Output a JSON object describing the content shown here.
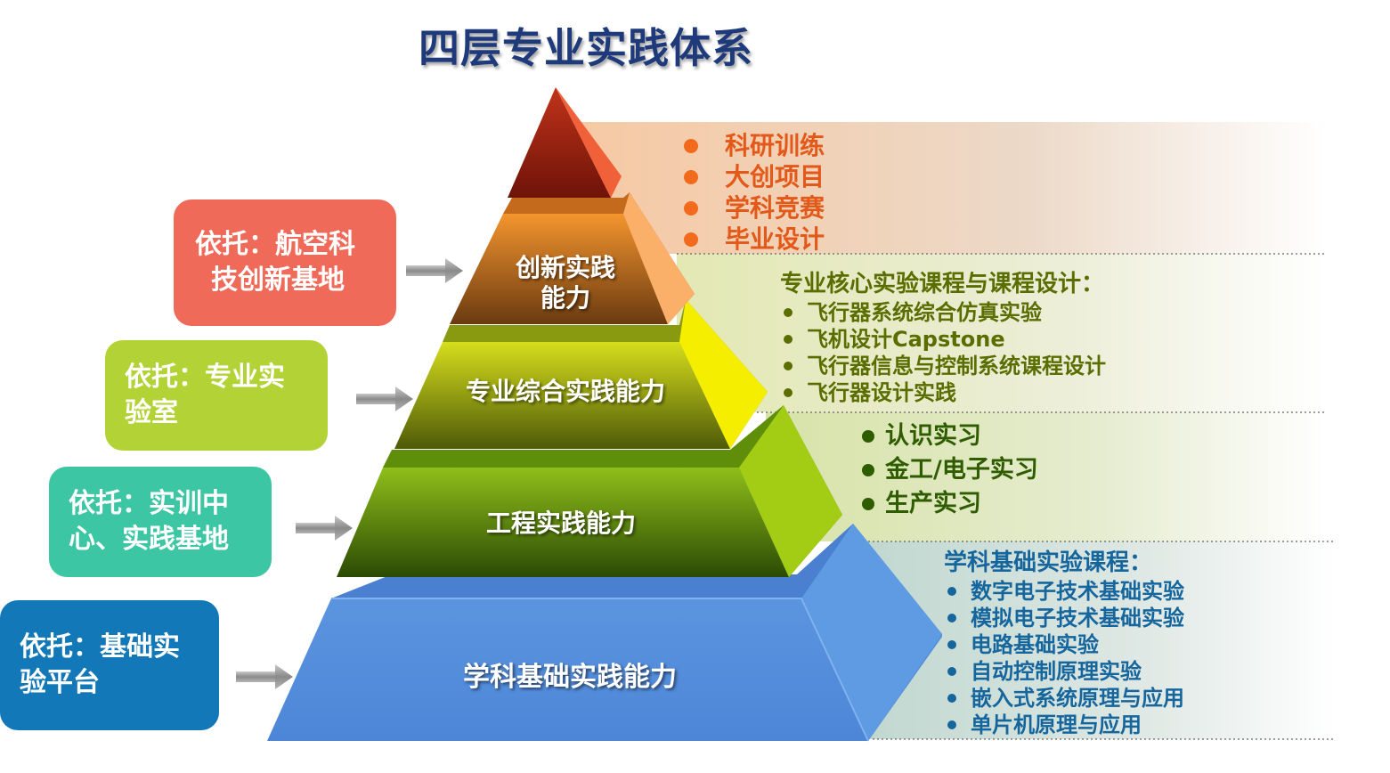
{
  "title": "四层专业实践体系",
  "colors": {
    "title": "#1f3a7a",
    "innovation": "#f06a5a",
    "specialty": "#b2d235",
    "engineering": "#3dc6a3",
    "basic": "#1278b8",
    "list_orange": "#e2591a",
    "list_olive": "#5a6e00",
    "list_green": "#2f5c00",
    "list_blue": "#16669e"
  },
  "layers": {
    "innovation": {
      "label_line1": "创新实践",
      "label_line2": "能力",
      "support": {
        "line1": "依托：航空科",
        "line2": "技创新基地"
      },
      "items": [
        "科研训练",
        "大创项目",
        "学科竞赛",
        "毕业设计"
      ]
    },
    "specialty": {
      "label": "专业综合实践能力",
      "support": {
        "line1": "依托：专业实",
        "line2": "验室"
      },
      "heading": "专业核心实验课程与课程设计：",
      "items": [
        "飞行器系统综合仿真实验",
        "飞机设计Capstone",
        "飞行器信息与控制系统课程设计",
        "飞行器设计实践"
      ]
    },
    "engineering": {
      "label": "工程实践能力",
      "support": {
        "line1": "依托：实训中",
        "line2": "心、实践基地"
      },
      "items": [
        "认识实习",
        "金工/电子实习",
        "生产实习"
      ]
    },
    "basic": {
      "label": "学科基础实践能力",
      "support": {
        "line1": "依托：基础实",
        "line2": "验平台"
      },
      "heading": "学科基础实验课程：",
      "items": [
        "数字电子技术基础实验",
        "模拟电子技术基础实验",
        "电路基础实验",
        "自动控制原理实验",
        "嵌入式系统原理与应用",
        "单片机原理与应用"
      ]
    }
  }
}
